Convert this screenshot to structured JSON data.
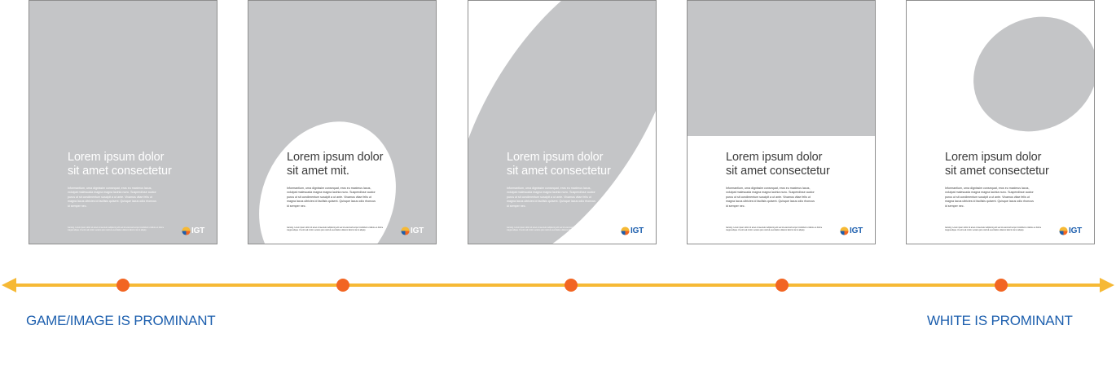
{
  "colors": {
    "gray_fill": "#c4c5c7",
    "accent_orange": "#f26522",
    "arrow_yellow": "#f6b935",
    "label_blue": "#1d5fae"
  },
  "cards": [
    {
      "headline": "Lorem ipsum dolor\nsit amet consectetur",
      "body": "Informantium, urna dignissim consequat, eros eu maximus lacus, volutpat malesuada magna magna lacinia nunc. Suspendisse auctor purus ut sit condimentum suscipit a ut ante. Vivamus vitae felis ut magna lacus ultricies id facilisis quisent. Quisque lacus odio rhoncus id semper nec.",
      "fine_print": "Gaming. Lorem ipsum dolor sit amet consectetur adipiscing elit sed do eiusmod tempor incididunt ut labore et dolore magna aliqua. Ut enim ad minim veniam quis nostrud exercitation ullamco laboris nisi ut aliquip.",
      "logo": "IGT",
      "text_tone": "light"
    },
    {
      "headline": "Lorem ipsum dolor\nsit amet mit.",
      "body": "Informantium, urna dignissim consequat, eros eu maximus lacus, volutpat malesuada magna magna lacinia nunc. Suspendisse auctor purus ut sit condimentum suscipit a ut ante. Vivamus vitae felis ut magna lacus ultricies id facilisis quisent. Quisque lacus odio rhoncus id semper nec.",
      "fine_print": "Gaming. Lorem ipsum dolor sit amet consectetur adipiscing elit sed do eiusmod tempor incididunt ut labore et dolore magna aliqua. Ut enim ad minim veniam quis nostrud exercitation ullamco laboris nisi ut aliquip.",
      "logo": "IGT",
      "text_tone": "dark"
    },
    {
      "headline": "Lorem ipsum dolor\nsit amet consectetur",
      "body": "Informantium, urna dignissim consequat, eros eu maximus lacus, volutpat malesuada magna magna lacinia nunc. Suspendisse auctor purus ut sit condimentum suscipit a ut ante. Vivamus vitae felis ut magna lacus ultricies id facilisis quisent. Quisque lacus odio rhoncus id semper nec.",
      "fine_print": "Gaming. Lorem ipsum dolor sit amet consectetur adipiscing elit sed do eiusmod tempor incididunt ut labore et dolore magna aliqua. Ut enim ad minim veniam quis nostrud exercitation ullamco laboris nisi ut aliquip.",
      "logo": "IGT",
      "text_tone": "light"
    },
    {
      "headline": "Lorem ipsum dolor\nsit amet consectetur",
      "body": "Informantium, urna dignissim consequat, eros eu maximus lacus, volutpat malesuada magna magna lacinia nunc. Suspendisse auctor purus ut sit condimentum suscipit a ut ante. Vivamus vitae felis ut magna lacus ultricies id facilisis quisent. Quisque lacus odio rhoncus id semper nec.",
      "fine_print": "Gaming. Lorem ipsum dolor sit amet consectetur adipiscing elit sed do eiusmod tempor incididunt ut labore et dolore magna aliqua. Ut enim ad minim veniam quis nostrud exercitation ullamco laboris nisi ut aliquip.",
      "logo": "IGT",
      "text_tone": "dark"
    },
    {
      "headline": "Lorem ipsum dolor\nsit amet consectetur",
      "body": "Informantium, urna dignissim consequat, eros eu maximus lacus, volutpat malesuada magna magna lacinia nunc. Suspendisse auctor purus ut sit condimentum suscipit a ut ante. Vivamus vitae felis ut magna lacus ultricies id facilisis quisent. Quisque lacus odio rhoncus id semper nec.",
      "fine_print": "Gaming. Lorem ipsum dolor sit amet consectetur adipiscing elit sed do eiusmod tempor incididunt ut labore et dolore magna aliqua. Ut enim ad minim veniam quis nostrud exercitation ullamco laboris nisi ut aliquip.",
      "logo": "IGT",
      "text_tone": "dark"
    }
  ],
  "scale": {
    "left_label": "GAME/IMAGE IS PROMINANT",
    "right_label": "WHITE IS PROMINANT",
    "point_count": 5
  }
}
